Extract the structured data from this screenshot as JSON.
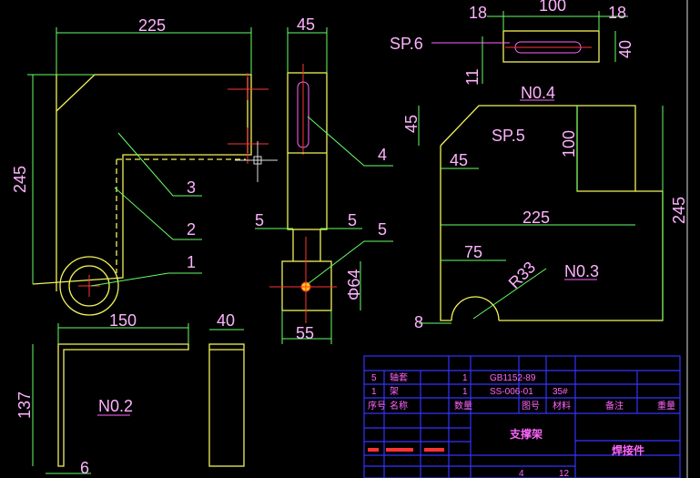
{
  "labels": {
    "main_top_width": "225",
    "main_height": "245",
    "side_width": "45",
    "slot_width": "18",
    "slot_length": "100",
    "slot_height": "40",
    "slot_offset": "11",
    "sp6": "SP.6",
    "no4": "N0.4",
    "sp5": "SP.5",
    "plate_chamfer_h": "45",
    "plate_chamfer_w": "45",
    "plate_notch": "100",
    "plate_width": "225",
    "plate_height": "245",
    "plate_hole_x": "75",
    "plate_radius": "R33",
    "no3": "N0.3",
    "plate_edge": "8",
    "callout_1": "1",
    "callout_2": "2",
    "callout_3": "3",
    "callout_4": "4",
    "callout_5": "5",
    "side_left_gap": "5",
    "side_right_gap": "5",
    "wheel_dia": "Φ64",
    "wheel_width": "55",
    "angle_width": "150",
    "angle_height": "137",
    "angle_thickness": "6",
    "angle_depth": "40",
    "no2": "N0.2"
  },
  "title_block": {
    "rows": [
      {
        "seq": "5",
        "name": "轴套",
        "qty": "1",
        "code": "GB1152-89",
        "material": "",
        "note": "",
        "weight": ""
      },
      {
        "seq": "1",
        "name": "架",
        "qty": "1",
        "code": "SS-006-01",
        "material": "35#",
        "note": "",
        "weight": ""
      }
    ],
    "headers": {
      "seq": "序号",
      "name": "名称",
      "qty": "数量",
      "code": "图号",
      "material": "材料",
      "note": "备注",
      "weight": "重量"
    },
    "drawing_name": "支撑架",
    "part_type": "焊接件",
    "bottom_values": {
      "v1": "4",
      "v2": "12"
    }
  },
  "colors": {
    "outline": "#f2f25a",
    "dimension": "#66ff66",
    "centerline": "#ff3333",
    "text": "#ffb3ff",
    "frame": "#3333ff"
  }
}
